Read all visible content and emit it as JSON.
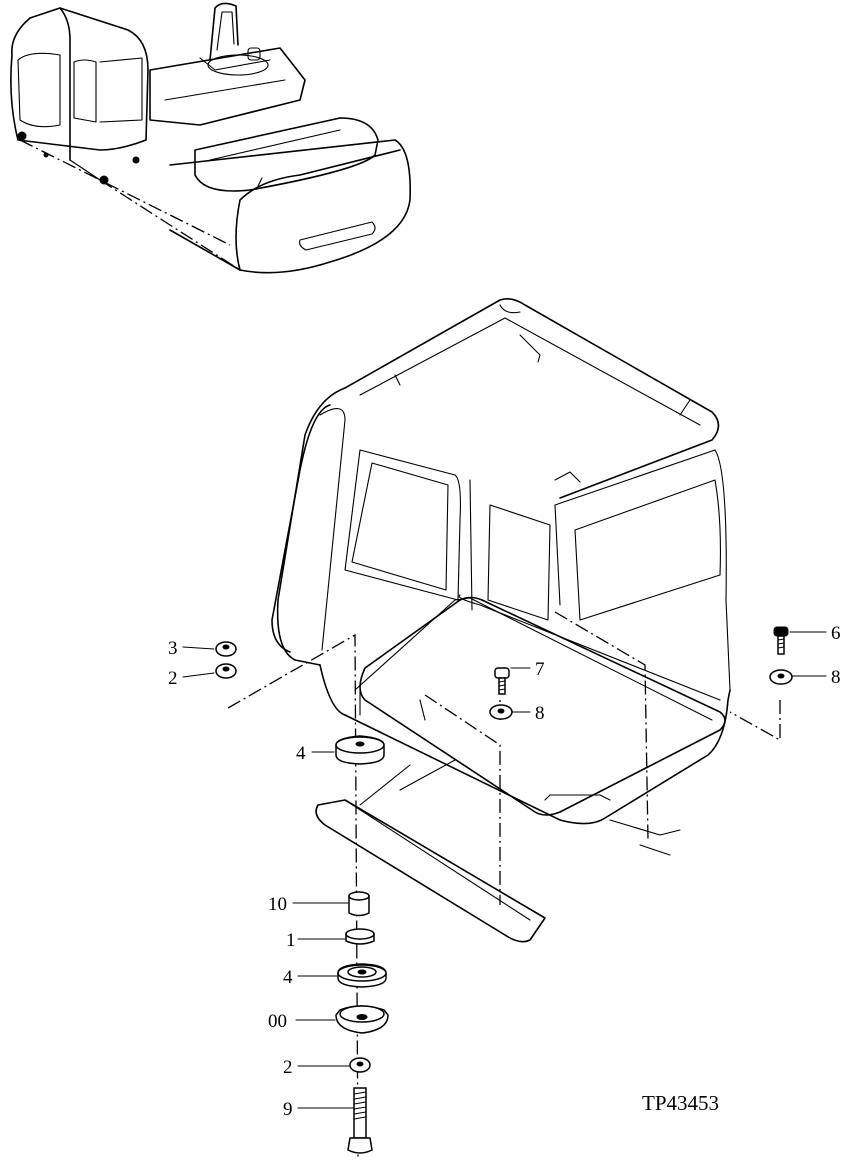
{
  "figure_code": "TP43453",
  "callouts": [
    {
      "id": "c3",
      "text": "3"
    },
    {
      "id": "c2a",
      "text": "2"
    },
    {
      "id": "c4a",
      "text": "4"
    },
    {
      "id": "c7",
      "text": "7"
    },
    {
      "id": "c8a",
      "text": "8"
    },
    {
      "id": "c6",
      "text": "6"
    },
    {
      "id": "c8b",
      "text": "8"
    },
    {
      "id": "c10",
      "text": "10"
    },
    {
      "id": "c1",
      "text": "1"
    },
    {
      "id": "c4b",
      "text": "4"
    },
    {
      "id": "c00",
      "text": "00"
    },
    {
      "id": "c2b",
      "text": "2"
    },
    {
      "id": "c9",
      "text": "9"
    }
  ]
}
